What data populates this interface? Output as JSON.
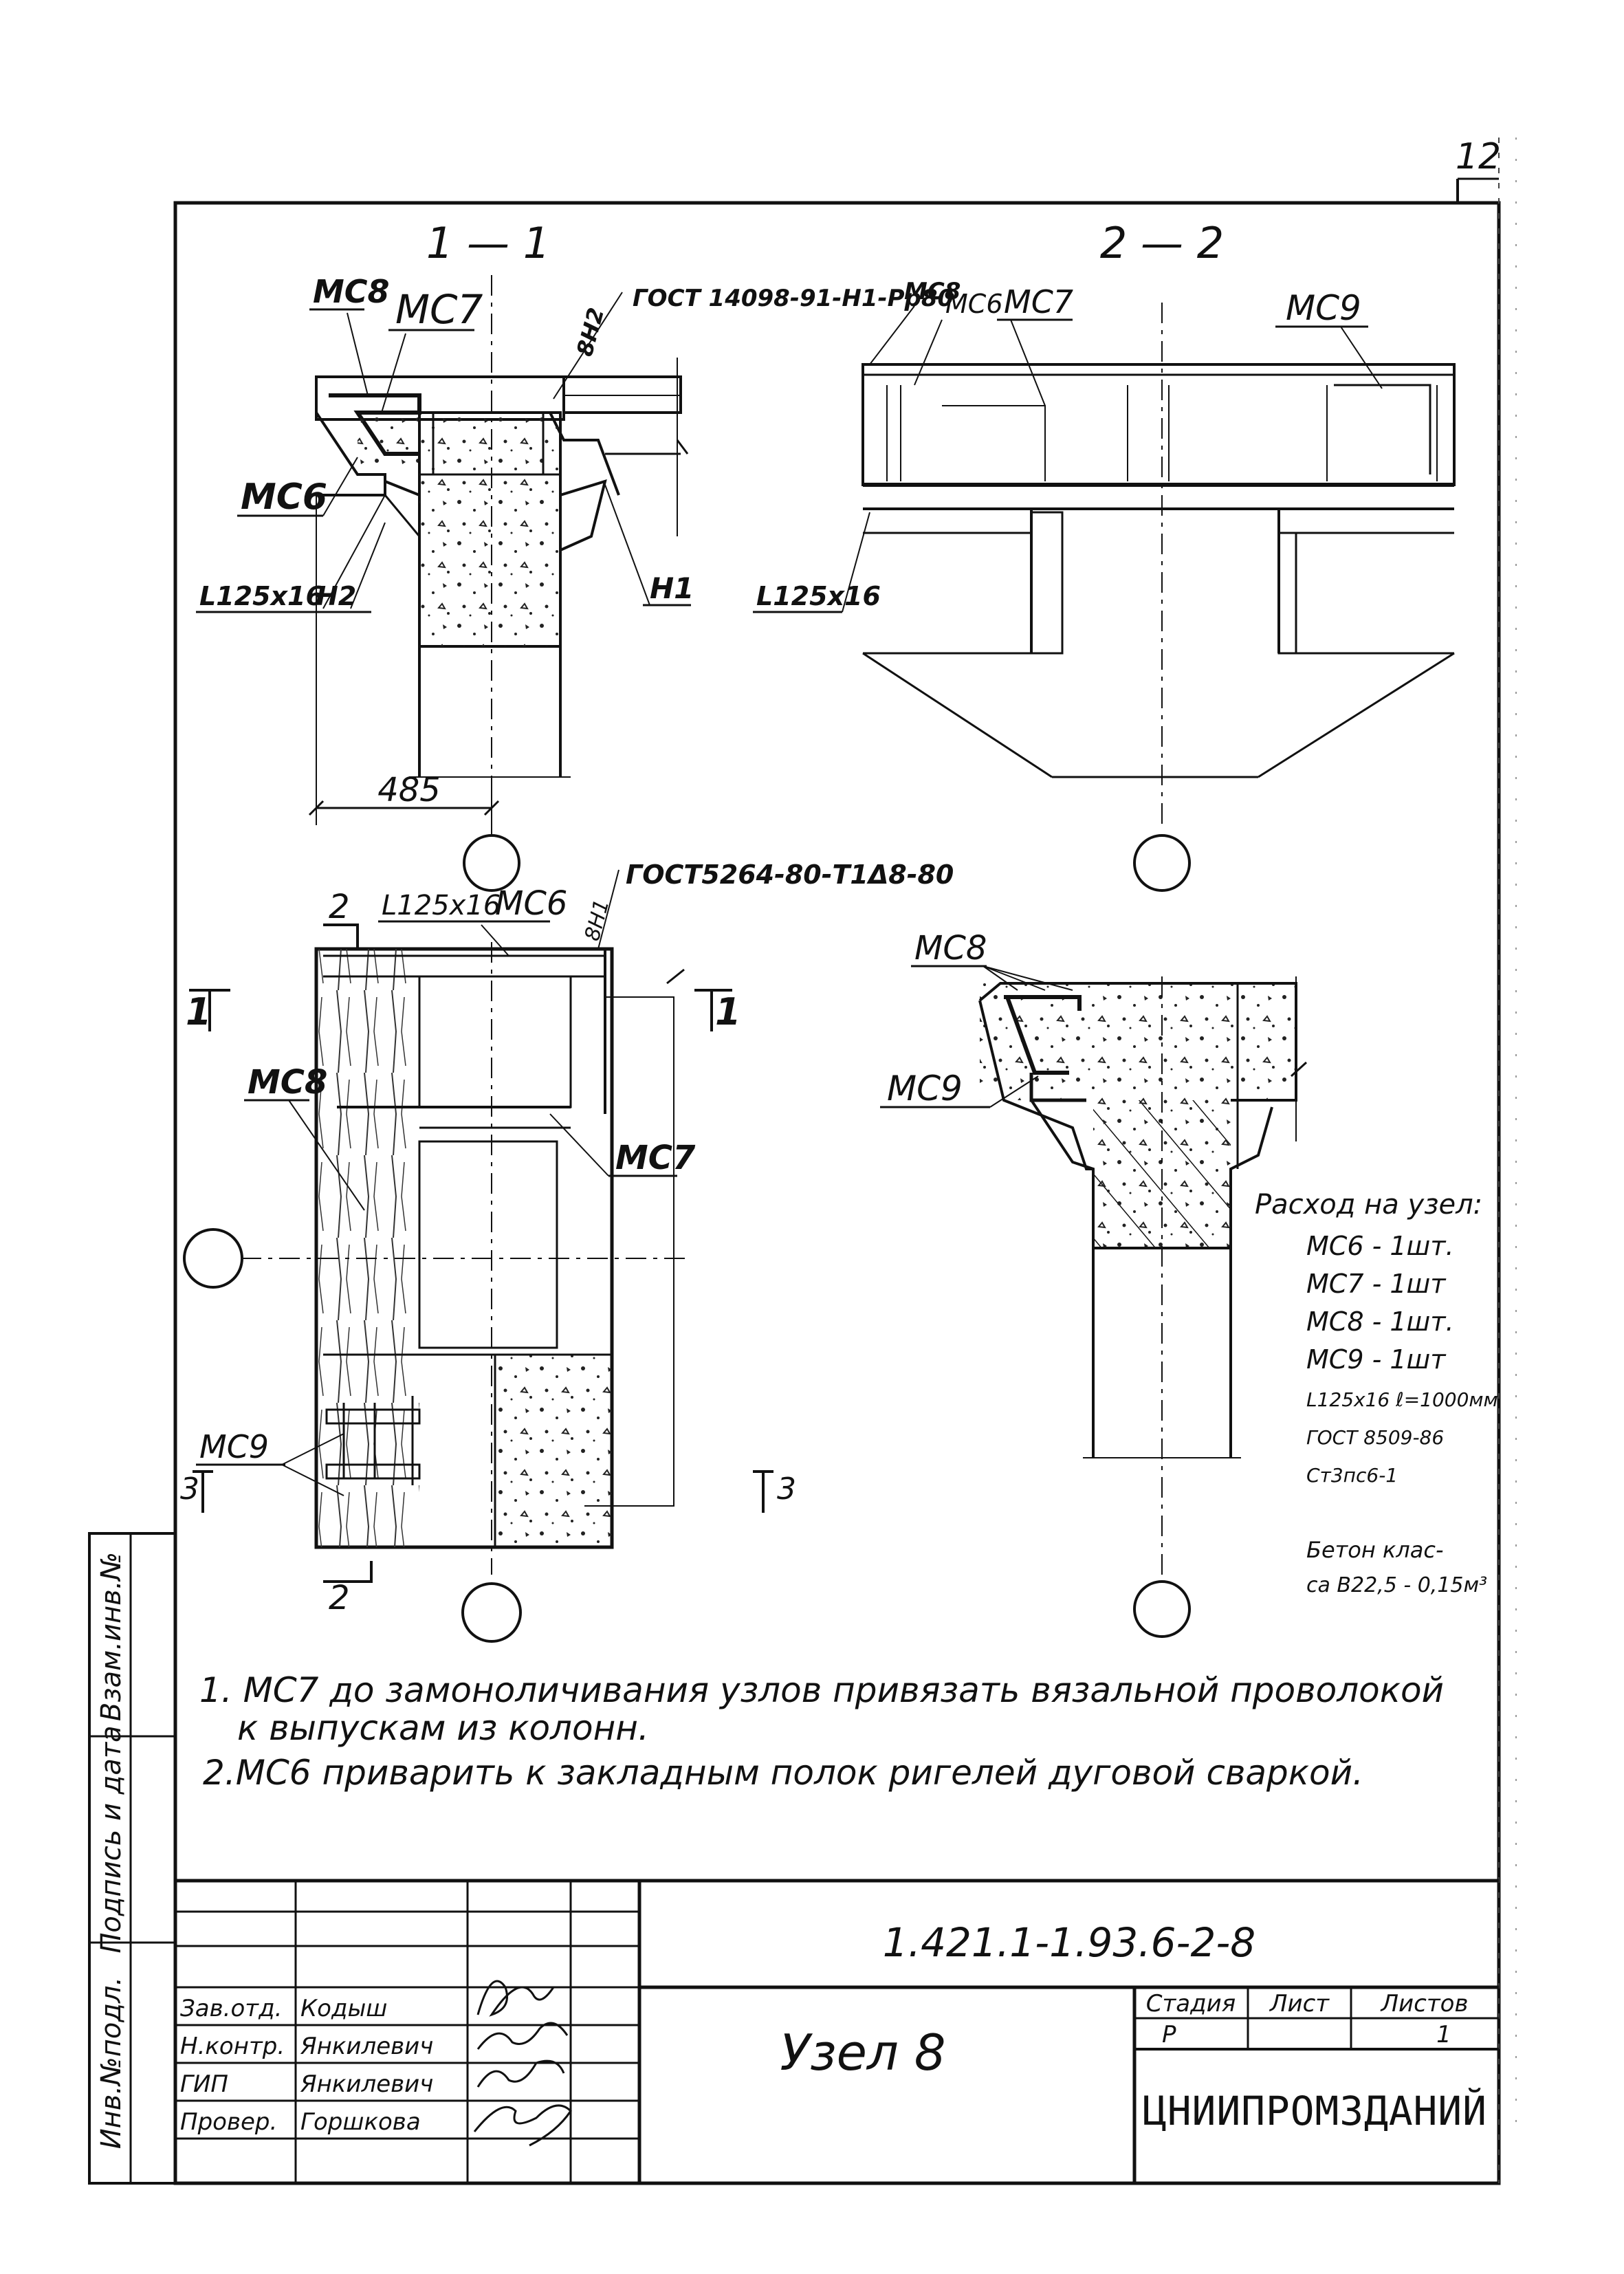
{
  "sheet": {
    "page_number": "12",
    "code": "1.421.1-1.93.6-2-8",
    "title": "Узел 8",
    "organization": "ЦНИИПРОМЗДАНИЙ",
    "stage_header": "Стадия",
    "sheet_header": "Лист",
    "sheets_header": "Листов",
    "stage": "Р",
    "sheet": "",
    "sheets": "1"
  },
  "signatures": [
    {
      "role": "Зав.отд.",
      "name": "Кодыш"
    },
    {
      "role": "Н.контр.",
      "name": "Янкилевич"
    },
    {
      "role": "ГИП",
      "name": "Янкилевич"
    },
    {
      "role": "Провер.",
      "name": "Горшкова"
    }
  ],
  "margin_labels": {
    "inv_no": "Инв.№подл.",
    "sign_date": "Подпись и дата",
    "replace_inv": "Взам.инв.№"
  },
  "views": {
    "section_1_1": "1 — 1",
    "section_2_2": "2 — 2",
    "section_3_3_label": "3",
    "section_2_label": "2",
    "section_1_label": "1"
  },
  "labels": {
    "mc8_a": "МС8",
    "mc7_a": "МС7",
    "gost_a": "ГОСТ 14098-91-Н1-Рр80",
    "dim_8h2": "8Н2",
    "mc6_a": "МС6",
    "angle_a": "L125x16",
    "h2": "Н2",
    "n1": "Н1",
    "dim_485": "485",
    "mc8_b": "МС8",
    "mc6_b": "МС6",
    "mc7_b": "МС7",
    "mc9_a": "МС9",
    "angle_b": "L125x16",
    "gost_b": "ГОСТ5264-80-Т1Δ8-80",
    "angle_c": "L125x16",
    "mc6_c": "МС6",
    "dim_8n1": "8Н1",
    "mc8_c": "МС8",
    "mc7_c": "МС7",
    "mc9_b": "МС9",
    "mc8_d": "МС8",
    "mc9_c": "МС9"
  },
  "consumption": {
    "header": "Расход на узел:",
    "lines": [
      "МС6 - 1шт.",
      "МС7 - 1шт",
      "МС8 - 1шт.",
      "МС9 - 1шт",
      "L125x16 ℓ=1000мм",
      "ГОСТ 8509-86",
      "Ст3пс6-1"
    ],
    "concrete_1": "Бетон клас-",
    "concrete_2": "са В22,5 - 0,15м³"
  },
  "notes": [
    "1. МС7 до замоноличивания узлов привязать вязальной проволокой",
    "к выпускам из колонн.",
    "2.МС6 приварить к закладным полок ригелей дуговой сваркой."
  ]
}
